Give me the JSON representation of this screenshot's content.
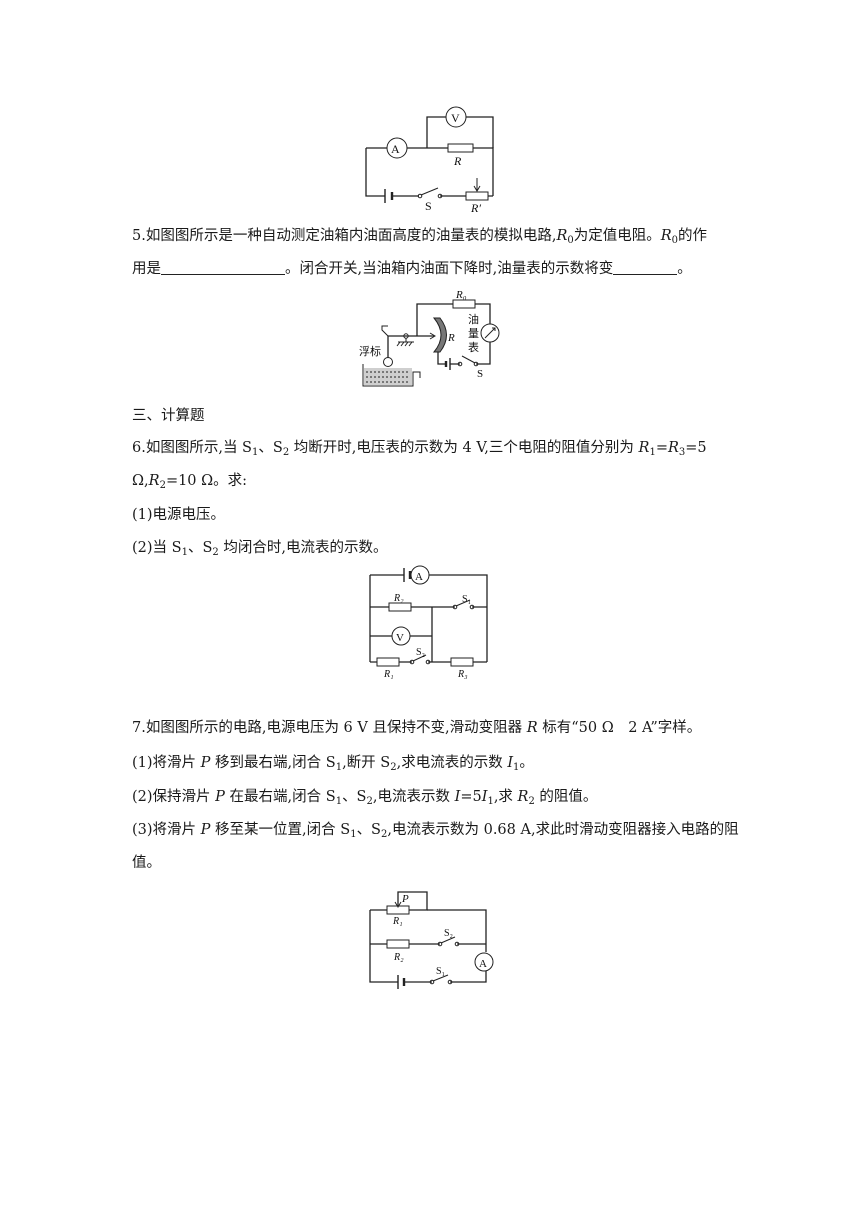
{
  "fig_top": {
    "ammeter": "A",
    "voltmeter": "V",
    "resistor": "R",
    "rheostat": "R′",
    "switch": "S"
  },
  "q5": {
    "text1": "5.如图图所示是一种自动测定油箱内油面高度的油量表的模拟电路,",
    "r0_symbol": "R",
    "r0_sub": "0",
    "text2": "为定值电阻。",
    "text3": "的作",
    "line2_a": "用是",
    "line2_b": "。闭合开关,当油箱内油面下降时,油量表的示数将变",
    "line2_c": "。",
    "fig": {
      "r0": "R₀",
      "r": "R",
      "float": "浮标",
      "gauge": "油量表",
      "switch": "S"
    }
  },
  "section3": "三、计算题",
  "q6": {
    "line1_a": "6.如图图所示,当 S",
    "s1sub": "1",
    "line1_b": "、S",
    "s2sub": "2",
    "line1_c": " 均断开时,电压表的示数为 4 V,三个电阻的阻值分别为 ",
    "r1": "R",
    "r1sub": "1",
    "eq1": "=",
    "r3": "R",
    "r3sub": "3",
    "eq2": "=5",
    "line2_a": "Ω,",
    "r2": "R",
    "r2sub": "2",
    "line2_b": "=10 Ω。求:",
    "sub1": "(1)电源电压。",
    "sub2_a": "(2)当 S",
    "sub2_b": "、S",
    "sub2_c": " 均闭合时,电流表的示数。",
    "fig": {
      "ammeter": "A",
      "voltmeter": "V",
      "r1": "R₁",
      "r2": "R₂",
      "r3": "R₃",
      "s1": "S₁",
      "s2": "S₂"
    }
  },
  "q7": {
    "line1_a": "7.如图图所示的电路,电源电压为 6 V 且保持不变,滑动变阻器 ",
    "r": "R",
    "line1_b": " 标有“50 Ω　2 A”字样。",
    "sub1_a": "(1)将滑片 ",
    "p": "P",
    "sub1_b": " 移到最右端,闭合 S",
    "sub1_c": ",断开 S",
    "sub1_d": ",求电流表的示数 ",
    "i": "I",
    "sub1_e": "。",
    "sub2_a": "(2)保持滑片 ",
    "sub2_b": " 在最右端,闭合 S",
    "sub2_c": "、S",
    "sub2_d": ",电流表示数 ",
    "sub2_e": "=5",
    "sub2_f": ",求 ",
    "sub2_g": " 的阻值。",
    "sub3_a": "(3)将滑片 ",
    "sub3_b": " 移至某一位置,闭合 S",
    "sub3_c": "、S",
    "sub3_d": ",电流表示数为 0.68 A,求此时滑动变阻器接入电路的阻",
    "sub3_e": "值。",
    "fig": {
      "p": "P",
      "r1": "R₁",
      "r2": "R₂",
      "s1": "S₁",
      "s2": "S₂",
      "ammeter": "A"
    }
  }
}
